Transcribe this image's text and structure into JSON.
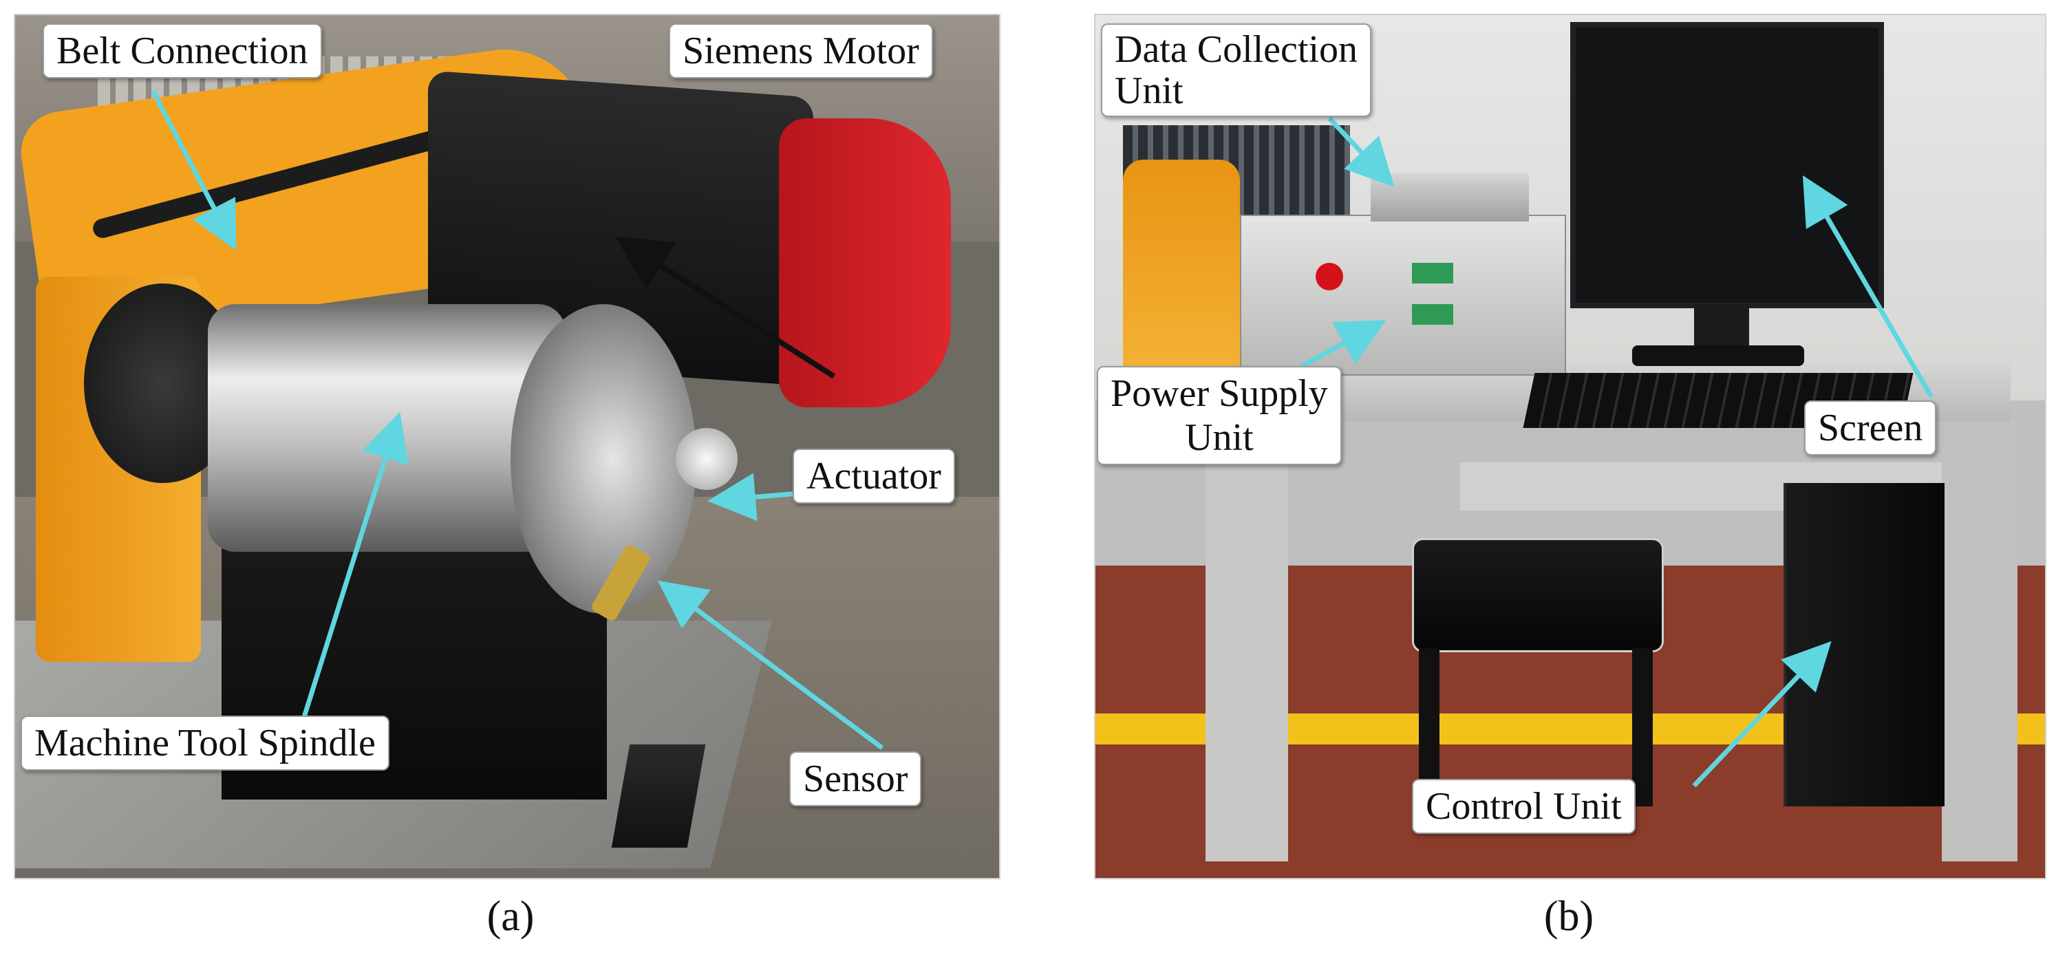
{
  "colors": {
    "annotation_arrow": "#5fd6e0",
    "actuator_arrow": "#111111",
    "motor_red": "#d21f26",
    "frame_orange": "#f2a21e"
  },
  "panel_a": {
    "caption": "(a)",
    "labels": {
      "belt_connection": "Belt Connection",
      "siemens_motor": "Siemens Motor",
      "actuator": "Actuator",
      "machine_tool_spindle": "Machine Tool Spindle",
      "sensor": "Sensor"
    }
  },
  "panel_b": {
    "caption": "(b)",
    "labels": {
      "data_collection_unit_line1": "Data Collection",
      "data_collection_unit_line2": "Unit",
      "power_supply_unit_line1": "Power Supply",
      "power_supply_unit_line2": "Unit",
      "screen": "Screen",
      "control_unit": "Control Unit"
    }
  }
}
